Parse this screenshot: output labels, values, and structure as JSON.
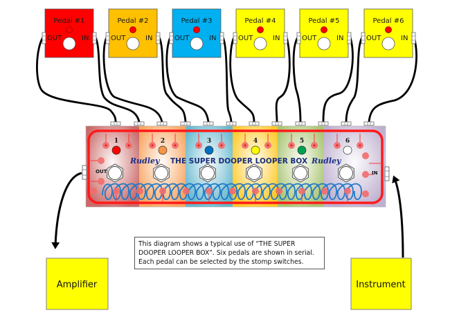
{
  "pedals": [
    {
      "title": "Pedal #1",
      "out_label": "OUT",
      "in_label": "IN",
      "color": "#ff0000",
      "led_on": false
    },
    {
      "title": "Pedal #2",
      "out_label": "OUT",
      "in_label": "IN",
      "color": "#ffc000",
      "led_on": true
    },
    {
      "title": "Pedal #3",
      "out_label": "OUT",
      "in_label": "IN",
      "color": "#00b0f0",
      "led_on": true
    },
    {
      "title": "Pedal #4",
      "out_label": "OUT",
      "in_label": "IN",
      "color": "#ffff00",
      "led_on": true
    },
    {
      "title": "Pedal #5",
      "out_label": "OUT",
      "in_label": "IN",
      "color": "#ffff00",
      "led_on": true
    },
    {
      "title": "Pedal #6",
      "out_label": "OUT",
      "in_label": "IN",
      "color": "#ffff00",
      "led_on": true
    }
  ],
  "looper": {
    "title": "THE SUPER DOOPER LOOPER BOX",
    "brand_left": "Rudley",
    "brand_right": "Rudley",
    "out_label": "OUT",
    "in_label": "IN",
    "loops": [
      {
        "number": "1",
        "led_color": "#ff0000",
        "section_color": "#c0504d"
      },
      {
        "number": "2",
        "led_color": "#f79646",
        "section_color": "#f79646"
      },
      {
        "number": "3",
        "led_color": "#0070c0",
        "section_color": "#4bacc6"
      },
      {
        "number": "4",
        "led_color": "#ffff00",
        "section_color": "#ffc000"
      },
      {
        "number": "5",
        "led_color": "#00a050",
        "section_color": "#9bbb59"
      },
      {
        "number": "6",
        "led_color": "#ffffff",
        "section_color": "#b3a2c7"
      }
    ]
  },
  "amplifier": {
    "label": "Amplifier",
    "color": "#ffff00"
  },
  "instrument": {
    "label": "Instrument",
    "color": "#ffff00"
  },
  "caption": {
    "lines": [
      "This diagram shows a typical use of “THE SUPER",
      "DOOPER LOOPER BOX”. Six pedals are shown in serial.",
      "Each pedal can be selected by the stomp switches."
    ]
  }
}
